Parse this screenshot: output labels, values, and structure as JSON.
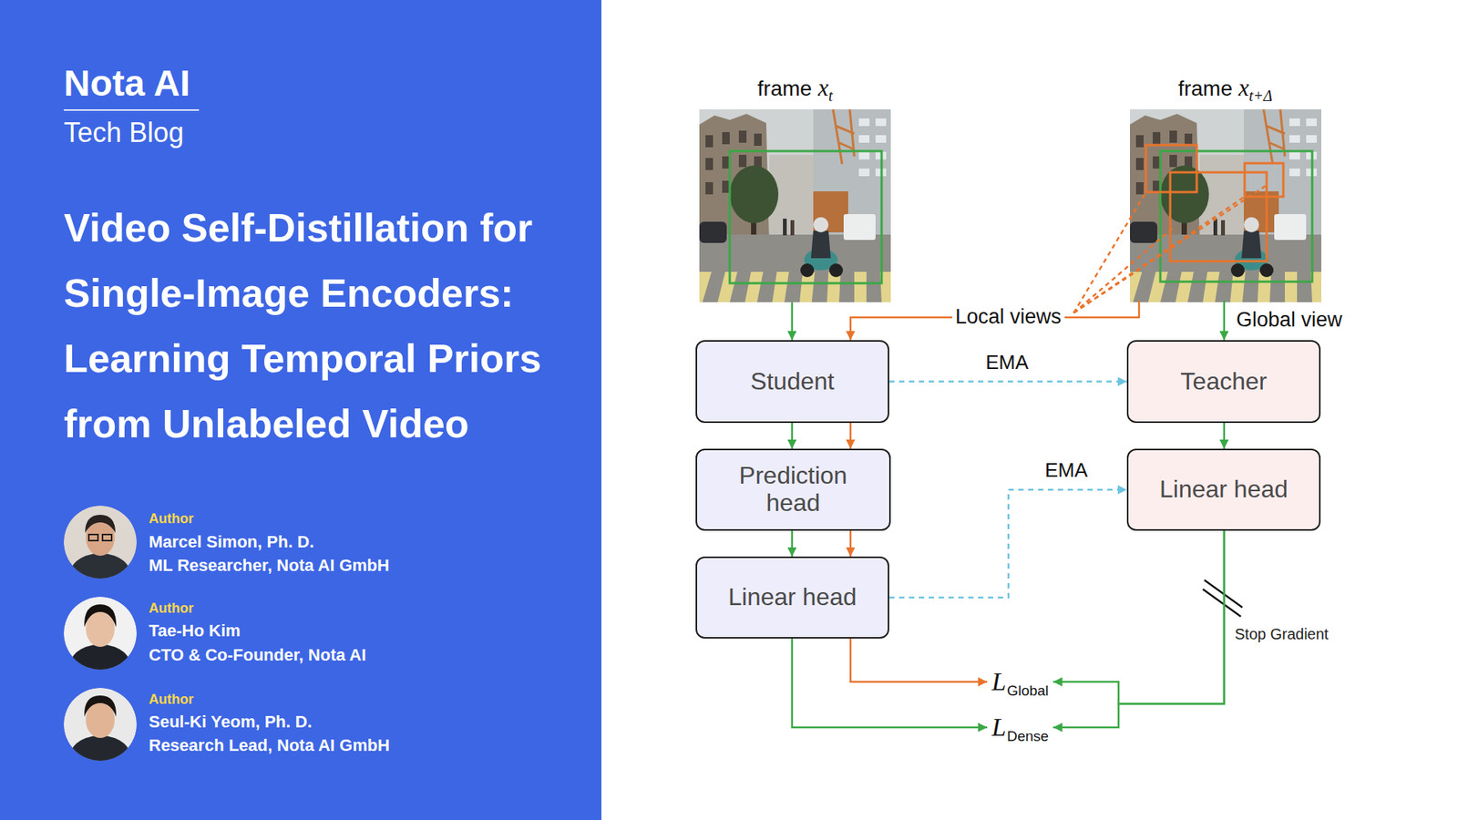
{
  "diagram": {
    "title": "Video Self-Distillation for Single-Image Encoders: Learning Temporal Priors from Unlabeled Video",
    "nodes": [
      {
        "text": [
          "frame",
          "x",
          "t"
        ]
      },
      {
        "text": [
          "frame",
          "x",
          "t+Δ"
        ]
      },
      {
        "text": [
          "Student"
        ]
      },
      {
        "text": [
          "Teacher"
        ]
      },
      {
        "text": [
          "Prediction head"
        ]
      },
      {
        "text": [
          "Linear head"
        ]
      },
      {
        "text": [
          "Linear head"
        ]
      },
      {
        "text": [
          "L",
          "Global"
        ]
      },
      {
        "text": [
          "L",
          "Dense"
        ]
      }
    ],
    "edges": [
      {
        "from": 0,
        "to": 2,
        "arrow": "to"
      },
      {
        "from": 1,
        "to": 2,
        "label": "Local views",
        "arrow": "to"
      },
      {
        "from": 1,
        "to": 3,
        "label": "Global view",
        "arrow": "to"
      },
      {
        "from": 2,
        "to": 3,
        "label": "EMA",
        "arrow": "to"
      },
      {
        "from": 2,
        "to": 4,
        "arrow": "to"
      },
      {
        "from": 2,
        "to": 4,
        "arrow": "to"
      },
      {
        "from": 4,
        "to": 6,
        "arrow": "to"
      },
      {
        "from": 4,
        "to": 6,
        "arrow": "to"
      },
      {
        "from": 3,
        "to": 5,
        "arrow": "to"
      },
      {
        "from": 6,
        "to": 5,
        "label": "EMA",
        "arrow": "to"
      },
      {
        "from": 6,
        "to": 7,
        "arrow": "to"
      },
      {
        "from": 6,
        "to": 8,
        "arrow": "to"
      },
      {
        "from": 5,
        "to": 7,
        "arrow": "to"
      },
      {
        "from": 5,
        "to": 8,
        "arrow": "to"
      }
    ],
    "labels": [
      "Nota AI",
      "Tech Blog",
      "Author",
      "Marcel Simon, Ph. D.",
      "ML Researcher, Nota AI GmbH",
      "Author",
      "Tae-Ho Kim",
      "CTO & Co-Founder, Nota AI",
      "Author",
      "Seul-Ki Yeom, Ph. D.",
      "Research Lead, Nota AI GmbH",
      "Stop Gradient"
    ]
  }
}
